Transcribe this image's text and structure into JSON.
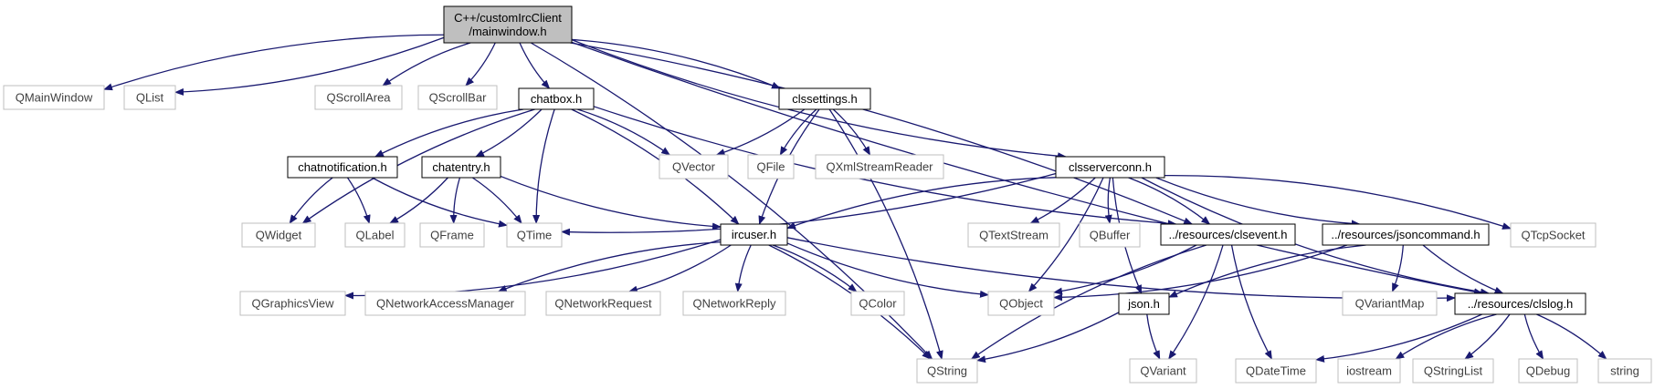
{
  "diagram": {
    "colors": {
      "root_fill": "#bfbfbf",
      "node_fill": "#ffffff",
      "strong_border": "#000000",
      "weak_border": "#bfbfbf",
      "strong_text": "#000000",
      "weak_text": "#3f3f3f",
      "edge": "#191970"
    },
    "nodes": [
      {
        "id": "root",
        "lines": [
          "C++/customIrcClient",
          "/mainwindow.h"
        ],
        "style": "root"
      },
      {
        "id": "QMainWindow",
        "lines": [
          "QMainWindow"
        ],
        "style": "external"
      },
      {
        "id": "QList",
        "lines": [
          "QList"
        ],
        "style": "external"
      },
      {
        "id": "QScrollArea",
        "lines": [
          "QScrollArea"
        ],
        "style": "external"
      },
      {
        "id": "QScrollBar",
        "lines": [
          "QScrollBar"
        ],
        "style": "external"
      },
      {
        "id": "chatbox",
        "lines": [
          "chatbox.h"
        ],
        "style": "internal"
      },
      {
        "id": "clssettings",
        "lines": [
          "clssettings.h"
        ],
        "style": "internal"
      },
      {
        "id": "chatnotification",
        "lines": [
          "chatnotification.h"
        ],
        "style": "internal"
      },
      {
        "id": "chatentry",
        "lines": [
          "chatentry.h"
        ],
        "style": "internal"
      },
      {
        "id": "QVector",
        "lines": [
          "QVector"
        ],
        "style": "external"
      },
      {
        "id": "QFile",
        "lines": [
          "QFile"
        ],
        "style": "external"
      },
      {
        "id": "QXmlStreamReader",
        "lines": [
          "QXmlStreamReader"
        ],
        "style": "external"
      },
      {
        "id": "clsserverconn",
        "lines": [
          "clsserverconn.h"
        ],
        "style": "internal"
      },
      {
        "id": "QWidget",
        "lines": [
          "QWidget"
        ],
        "style": "external"
      },
      {
        "id": "QLabel",
        "lines": [
          "QLabel"
        ],
        "style": "external"
      },
      {
        "id": "QFrame",
        "lines": [
          "QFrame"
        ],
        "style": "external"
      },
      {
        "id": "QTime",
        "lines": [
          "QTime"
        ],
        "style": "external"
      },
      {
        "id": "ircuser",
        "lines": [
          "ircuser.h"
        ],
        "style": "internal"
      },
      {
        "id": "QTextStream",
        "lines": [
          "QTextStream"
        ],
        "style": "external"
      },
      {
        "id": "QBuffer",
        "lines": [
          "QBuffer"
        ],
        "style": "external"
      },
      {
        "id": "clsevent",
        "lines": [
          "../resources/clsevent.h"
        ],
        "style": "internal"
      },
      {
        "id": "jsoncommand",
        "lines": [
          "../resources/jsoncommand.h"
        ],
        "style": "internal"
      },
      {
        "id": "QTcpSocket",
        "lines": [
          "QTcpSocket"
        ],
        "style": "external"
      },
      {
        "id": "QGraphicsView",
        "lines": [
          "QGraphicsView"
        ],
        "style": "external"
      },
      {
        "id": "QNetworkAccessManager",
        "lines": [
          "QNetworkAccessManager"
        ],
        "style": "external"
      },
      {
        "id": "QNetworkRequest",
        "lines": [
          "QNetworkRequest"
        ],
        "style": "external"
      },
      {
        "id": "QNetworkReply",
        "lines": [
          "QNetworkReply"
        ],
        "style": "external"
      },
      {
        "id": "QColor",
        "lines": [
          "QColor"
        ],
        "style": "external"
      },
      {
        "id": "QObject",
        "lines": [
          "QObject"
        ],
        "style": "external"
      },
      {
        "id": "json",
        "lines": [
          "json.h"
        ],
        "style": "internal"
      },
      {
        "id": "QVariantMap",
        "lines": [
          "QVariantMap"
        ],
        "style": "external"
      },
      {
        "id": "clslog",
        "lines": [
          "../resources/clslog.h"
        ],
        "style": "internal"
      },
      {
        "id": "QString",
        "lines": [
          "QString"
        ],
        "style": "external"
      },
      {
        "id": "QVariant",
        "lines": [
          "QVariant"
        ],
        "style": "external"
      },
      {
        "id": "QDateTime",
        "lines": [
          "QDateTime"
        ],
        "style": "external"
      },
      {
        "id": "iostream",
        "lines": [
          "iostream"
        ],
        "style": "external"
      },
      {
        "id": "QStringList",
        "lines": [
          "QStringList"
        ],
        "style": "external"
      },
      {
        "id": "QDebug",
        "lines": [
          "QDebug"
        ],
        "style": "external"
      },
      {
        "id": "string",
        "lines": [
          "string"
        ],
        "style": "external"
      }
    ],
    "edges": [
      [
        "root",
        "QMainWindow"
      ],
      [
        "root",
        "QList"
      ],
      [
        "root",
        "QScrollArea"
      ],
      [
        "root",
        "QScrollBar"
      ],
      [
        "root",
        "chatbox"
      ],
      [
        "root",
        "clssettings"
      ],
      [
        "root",
        "clsserverconn"
      ],
      [
        "root",
        "clsevent"
      ],
      [
        "root",
        "clslog"
      ],
      [
        "root",
        "QString"
      ],
      [
        "chatbox",
        "chatnotification"
      ],
      [
        "chatbox",
        "chatentry"
      ],
      [
        "chatbox",
        "QWidget"
      ],
      [
        "chatbox",
        "QVector"
      ],
      [
        "chatbox",
        "QTime"
      ],
      [
        "chatbox",
        "ircuser"
      ],
      [
        "chatbox",
        "clsevent"
      ],
      [
        "clssettings",
        "QVector"
      ],
      [
        "clssettings",
        "QFile"
      ],
      [
        "clssettings",
        "QXmlStreamReader"
      ],
      [
        "clssettings",
        "ircuser"
      ],
      [
        "clssettings",
        "QString"
      ],
      [
        "chatnotification",
        "QWidget"
      ],
      [
        "chatnotification",
        "QLabel"
      ],
      [
        "chatnotification",
        "QTime"
      ],
      [
        "chatentry",
        "QLabel"
      ],
      [
        "chatentry",
        "QFrame"
      ],
      [
        "chatentry",
        "QTime"
      ],
      [
        "chatentry",
        "ircuser"
      ],
      [
        "clsserverconn",
        "QTime"
      ],
      [
        "clsserverconn",
        "ircuser"
      ],
      [
        "clsserverconn",
        "QTextStream"
      ],
      [
        "clsserverconn",
        "QBuffer"
      ],
      [
        "clsserverconn",
        "clsevent"
      ],
      [
        "clsserverconn",
        "jsoncommand"
      ],
      [
        "clsserverconn",
        "QTcpSocket"
      ],
      [
        "clsserverconn",
        "clslog"
      ],
      [
        "clsserverconn",
        "QObject"
      ],
      [
        "clsserverconn",
        "json"
      ],
      [
        "ircuser",
        "QGraphicsView"
      ],
      [
        "ircuser",
        "QNetworkAccessManager"
      ],
      [
        "ircuser",
        "QNetworkRequest"
      ],
      [
        "ircuser",
        "QNetworkReply"
      ],
      [
        "ircuser",
        "QColor"
      ],
      [
        "ircuser",
        "QObject"
      ],
      [
        "ircuser",
        "QString"
      ],
      [
        "ircuser",
        "clslog"
      ],
      [
        "clsevent",
        "QObject"
      ],
      [
        "clsevent",
        "QString"
      ],
      [
        "clsevent",
        "QVariant"
      ],
      [
        "clsevent",
        "QDateTime"
      ],
      [
        "jsoncommand",
        "QObject"
      ],
      [
        "jsoncommand",
        "json"
      ],
      [
        "jsoncommand",
        "QVariantMap"
      ],
      [
        "jsoncommand",
        "clslog"
      ],
      [
        "json",
        "QString"
      ],
      [
        "json",
        "QVariant"
      ],
      [
        "clslog",
        "QDateTime"
      ],
      [
        "clslog",
        "iostream"
      ],
      [
        "clslog",
        "QStringList"
      ],
      [
        "clslog",
        "QDebug"
      ],
      [
        "clslog",
        "string"
      ]
    ]
  }
}
